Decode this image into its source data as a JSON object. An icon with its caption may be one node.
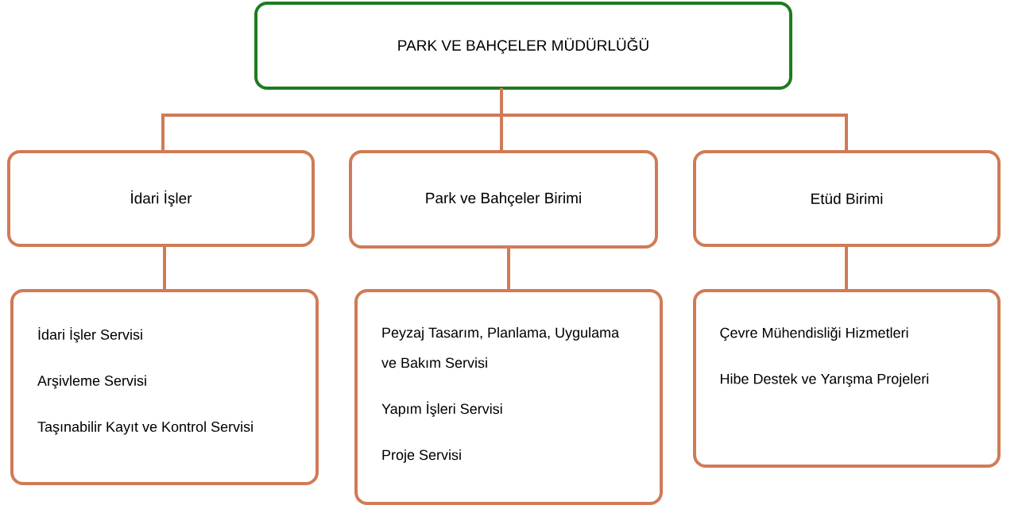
{
  "diagram": {
    "nodes": [
      {
        "text": [
          "PARK VE BAHÇELER MÜDÜRLÜĞÜ"
        ]
      },
      {
        "text": [
          "İdari İşler"
        ]
      },
      {
        "text": [
          "Park ve Bahçeler Birimi"
        ]
      },
      {
        "text": [
          "Etüd Birimi"
        ]
      },
      {
        "text": [
          "İdari İşler Servisi",
          "Arşivleme Servisi",
          "Taşınabilir Kayıt ve Kontrol Servisi"
        ]
      },
      {
        "text": [
          "Peyzaj Tasarım, Planlama, Uygulama ve Bakım Servisi",
          "Yapım İşleri Servisi",
          "Proje Servisi"
        ]
      },
      {
        "text": [
          "Çevre Mühendisliği Hizmetleri",
          "Hibe Destek ve Yarışma Projeleri"
        ]
      }
    ],
    "edges": [
      {
        "from": 0,
        "to": 1,
        "arrow": "none"
      },
      {
        "from": 0,
        "to": 2,
        "arrow": "none"
      },
      {
        "from": 0,
        "to": 3,
        "arrow": "none"
      },
      {
        "from": 1,
        "to": 4,
        "arrow": "none"
      },
      {
        "from": 2,
        "to": 5,
        "arrow": "none"
      },
      {
        "from": 3,
        "to": 6,
        "arrow": "none"
      }
    ]
  }
}
